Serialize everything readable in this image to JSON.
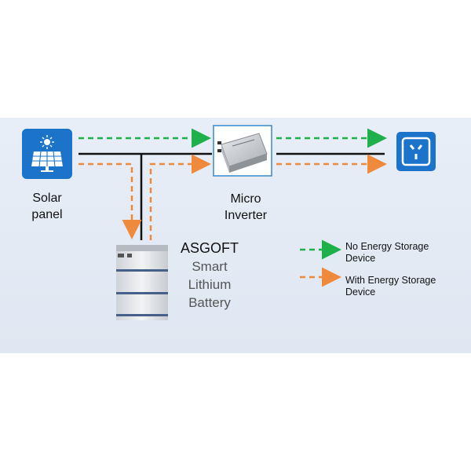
{
  "colors": {
    "green_dash": "#1eb04a",
    "orange_dash": "#ef8a3c",
    "wire": "#111111",
    "icon_blue": "#1b74c9",
    "panel_bg": "#e3eaf4"
  },
  "nodes": {
    "solar": {
      "line1": "Solar",
      "line2": "panel",
      "icon": "solar-panel-icon"
    },
    "inverter": {
      "line1": "Micro",
      "line2": "Inverter",
      "icon": "micro-inverter-device"
    },
    "outlet": {
      "icon": "power-outlet-icon"
    },
    "battery": {
      "title": "ASGOFT",
      "line1": "Smart",
      "line2": "Lithium",
      "line3": "Battery",
      "icon": "battery-stack"
    }
  },
  "legend": {
    "item1": {
      "line1": "No Energy Storage",
      "line2": "Device"
    },
    "item2": {
      "line1": "With Energy Storage",
      "line2": "Device"
    }
  }
}
